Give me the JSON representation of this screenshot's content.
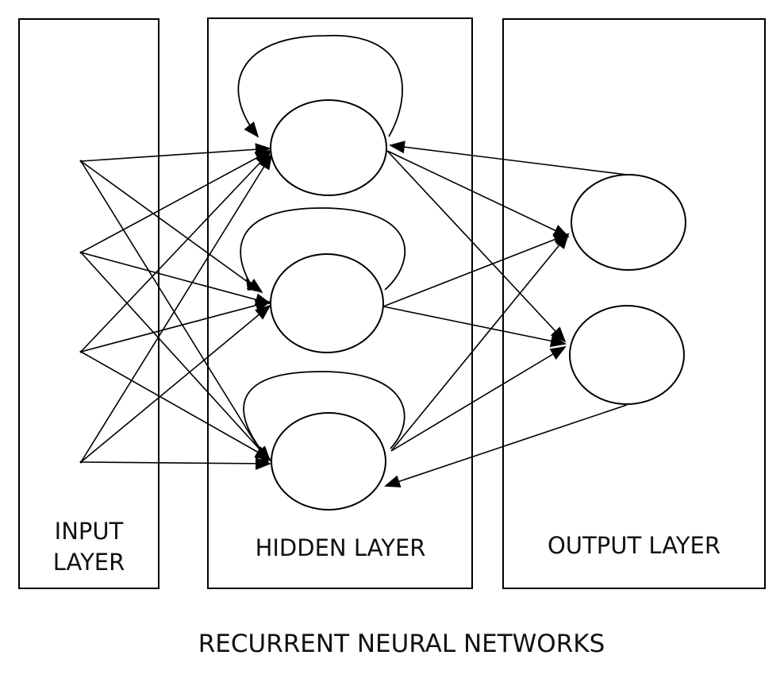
{
  "diagram": {
    "title": "RECURRENT NEURAL NETWORKS",
    "layers": {
      "input": {
        "label_line1": "INPUT",
        "label_line2": "LAYER",
        "node_count": 4
      },
      "hidden": {
        "label": "HIDDEN LAYER",
        "node_count": 3,
        "self_loops": true
      },
      "output": {
        "label": "OUTPUT LAYER",
        "node_count": 2
      }
    },
    "connections": {
      "input_to_hidden": "fully-connected",
      "hidden_to_output": "fully-connected",
      "output_to_hidden_feedback": [
        {
          "from": "output-node-1",
          "to": "hidden-node-1"
        },
        {
          "from": "output-node-2",
          "to": "hidden-node-3"
        }
      ]
    },
    "colors": {
      "stroke": "#000000",
      "background": "#ffffff"
    }
  }
}
